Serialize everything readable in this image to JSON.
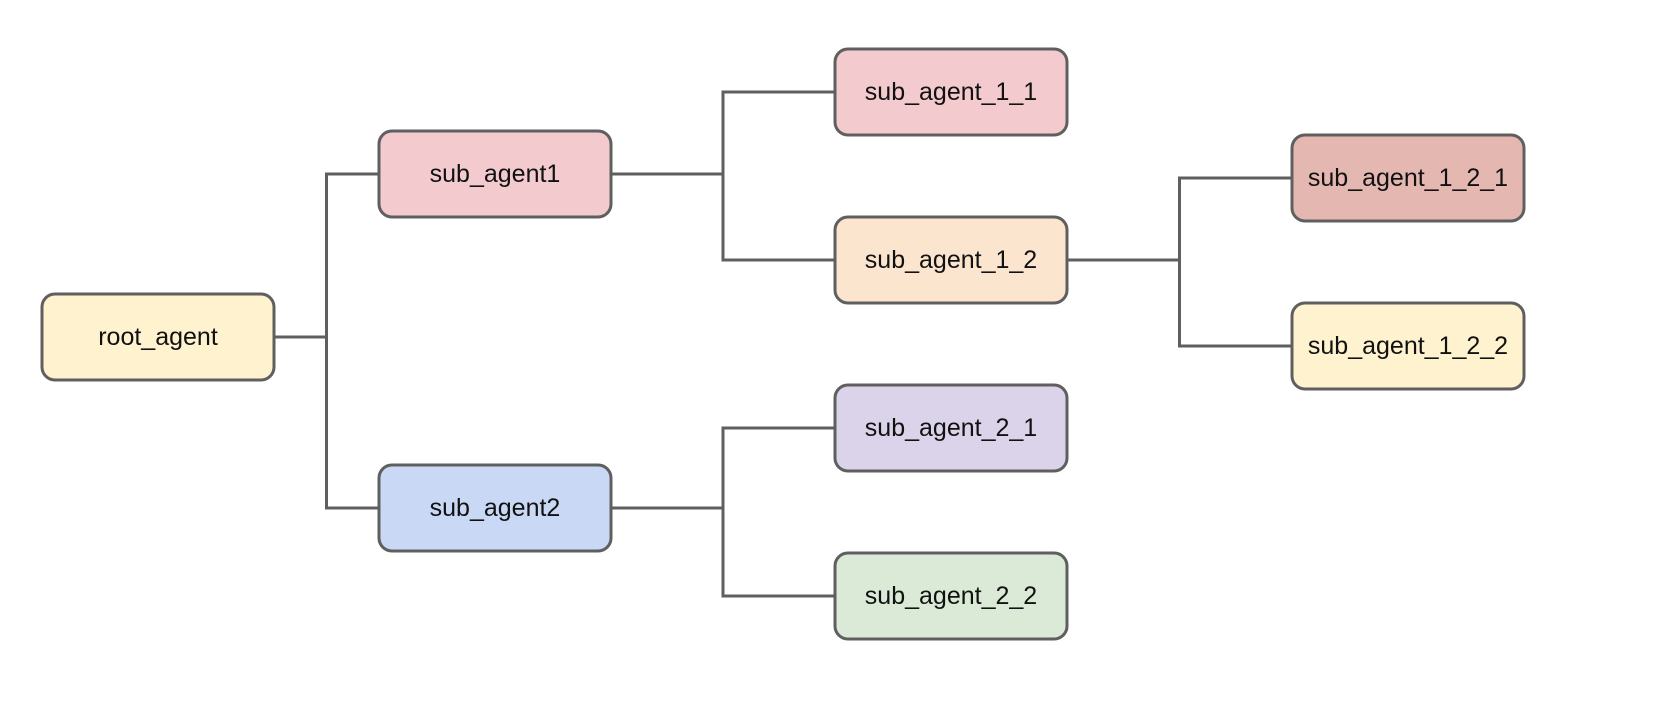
{
  "nodes": [
    {
      "id": "root_agent",
      "label": "root_agent",
      "color": "#FFF2CF"
    },
    {
      "id": "sub_agent1",
      "label": "sub_agent1",
      "color": "#F3CACD"
    },
    {
      "id": "sub_agent2",
      "label": "sub_agent2",
      "color": "#C9D9F5"
    },
    {
      "id": "sub_agent_1_1",
      "label": "sub_agent_1_1",
      "color": "#F3CACD"
    },
    {
      "id": "sub_agent_1_2",
      "label": "sub_agent_1_2",
      "color": "#FCE5CE"
    },
    {
      "id": "sub_agent_2_1",
      "label": "sub_agent_2_1",
      "color": "#DAD3E9"
    },
    {
      "id": "sub_agent_2_2",
      "label": "sub_agent_2_2",
      "color": "#DAEAD6"
    },
    {
      "id": "sub_agent_1_2_1",
      "label": "sub_agent_1_2_1",
      "color": "#E4B8B1"
    },
    {
      "id": "sub_agent_1_2_2",
      "label": "sub_agent_1_2_2",
      "color": "#FFF2CF"
    }
  ],
  "edges": [
    {
      "from": "root_agent",
      "to": "sub_agent1"
    },
    {
      "from": "root_agent",
      "to": "sub_agent2"
    },
    {
      "from": "sub_agent1",
      "to": "sub_agent_1_1"
    },
    {
      "from": "sub_agent1",
      "to": "sub_agent_1_2"
    },
    {
      "from": "sub_agent2",
      "to": "sub_agent_2_1"
    },
    {
      "from": "sub_agent2",
      "to": "sub_agent_2_2"
    },
    {
      "from": "sub_agent_1_2",
      "to": "sub_agent_1_2_1"
    },
    {
      "from": "sub_agent_1_2",
      "to": "sub_agent_1_2_2"
    }
  ],
  "style": {
    "line_color": "#5F5F5F",
    "border_color": "#5F5F5F",
    "text_color": "#111111",
    "background": "#FFFFFF"
  }
}
